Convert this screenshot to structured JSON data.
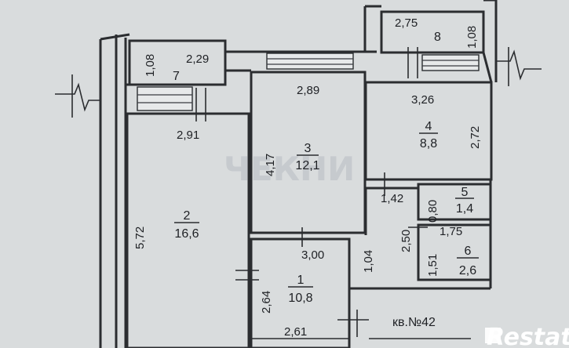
{
  "plan": {
    "rooms": [
      {
        "number": "1",
        "area": "10,8"
      },
      {
        "number": "2",
        "area": "16,6"
      },
      {
        "number": "3",
        "area": "12,1"
      },
      {
        "number": "4",
        "area": "8,8"
      },
      {
        "number": "5",
        "area": "1,4"
      },
      {
        "number": "6",
        "area": "2,6"
      },
      {
        "number": "7",
        "area": ""
      },
      {
        "number": "8",
        "area": ""
      }
    ],
    "dimensions": [
      "2,75",
      "1,08",
      "1,08",
      "2,29",
      "2,89",
      "3,26",
      "2,91",
      "4,17",
      "2,72",
      "1,42",
      "0,80",
      "5,72",
      "2,50",
      "1,75",
      "3,00",
      "1,04",
      "1,51",
      "2,64",
      "2,61"
    ],
    "apartment_label": "кв.№42"
  },
  "watermark": "ЧЕКНИ",
  "logo": "Restate"
}
